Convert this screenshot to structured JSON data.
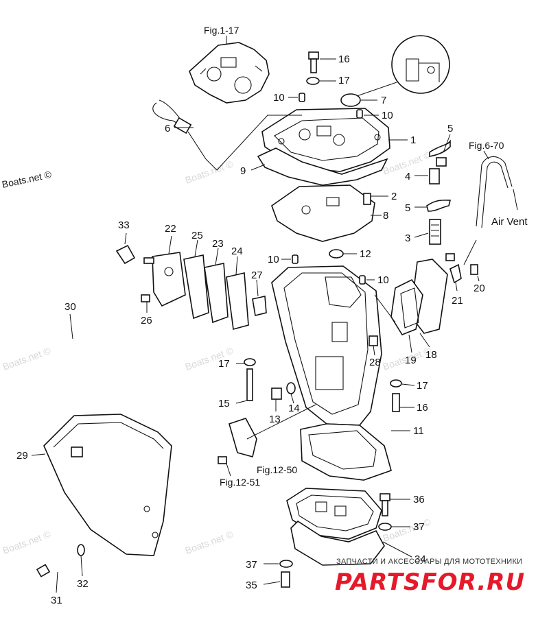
{
  "figure_refs": {
    "top_gasket": "Fig.1-17",
    "air_vent_ref": "Fig.6-70",
    "ref_1250": "Fig.12-50",
    "ref_1251": "Fig.12-51"
  },
  "air_vent_label": "Air Vent",
  "part_numbers": {
    "p1": "1",
    "p2": "2",
    "p3": "3",
    "p4": "4",
    "p5a": "5",
    "p5b": "5",
    "p6": "6",
    "p7": "7",
    "p8": "8",
    "p9": "9",
    "p10a": "10",
    "p10b": "10",
    "p10c": "10",
    "p10d": "10",
    "p11": "11",
    "p12": "12",
    "p13": "13",
    "p14": "14",
    "p15": "15",
    "p16a": "16",
    "p16b": "16",
    "p17a": "17",
    "p17b": "17",
    "p17c": "17",
    "p18": "18",
    "p19": "19",
    "p20": "20",
    "p21": "21",
    "p22": "22",
    "p23": "23",
    "p24": "24",
    "p25": "25",
    "p26": "26",
    "p27": "27",
    "p28": "28",
    "p29": "29",
    "p30": "30",
    "p31": "31",
    "p32": "32",
    "p33": "33",
    "p34": "34",
    "p35": "35",
    "p36": "36",
    "p37a": "37",
    "p37b": "37"
  },
  "watermark": "Boats.net ©",
  "brand": {
    "tagline": "ЗАПЧАСТИ И АКСЕССУАРЫ ДЛЯ МОТОТЕХНИКИ",
    "name": "PARTSFOR.RU",
    "color": "#e6192a"
  }
}
